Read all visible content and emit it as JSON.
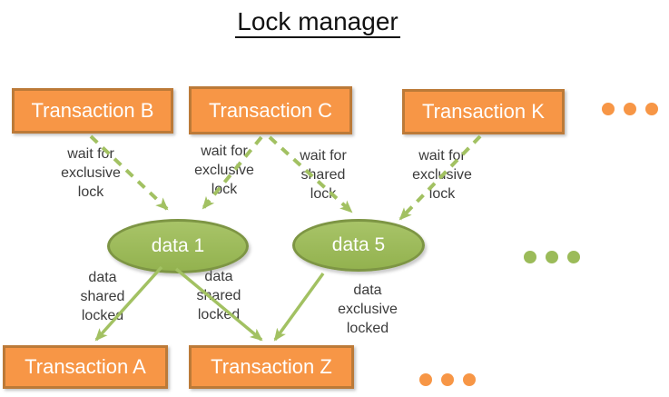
{
  "title": "Lock manager",
  "colors": {
    "transaction_fill": "#F79646",
    "transaction_border": "#BC7A38",
    "data_fill": "#9BBB59",
    "data_border": "#7D9544",
    "arrow_green": "#A2C162",
    "label_text": "#3B3B3B",
    "box_text": "#FFFFFF"
  },
  "top_transactions": [
    {
      "label": "Transaction B"
    },
    {
      "label": "Transaction C"
    },
    {
      "label": "Transaction K"
    }
  ],
  "data_nodes": [
    {
      "label": "data 1"
    },
    {
      "label": "data 5"
    }
  ],
  "bottom_transactions": [
    {
      "label": "Transaction A"
    },
    {
      "label": "Transaction Z"
    }
  ],
  "wait_edges": [
    {
      "from": "Transaction B",
      "to": "data 1",
      "label": "wait for\nexclusive\nlock"
    },
    {
      "from": "Transaction C",
      "to": "data 1",
      "label": "wait for\nexclusive\nlock"
    },
    {
      "from": "Transaction C",
      "to": "data 5",
      "label": "wait for\nshared\nlock"
    },
    {
      "from": "Transaction K",
      "to": "data 5",
      "label": "wait for\nexclusive\nlock"
    }
  ],
  "granted_edges": [
    {
      "from": "data 1",
      "to": "Transaction A",
      "label": "data\nshared\nlocked"
    },
    {
      "from": "data 1",
      "to": "Transaction Z",
      "label": "data\nshared\nlocked"
    },
    {
      "from": "data 5",
      "to": "Transaction Z",
      "label": "data\nexclusive\nlocked"
    }
  ],
  "ellipsis_rows": {
    "top_right": "transactions continue",
    "middle_right": "data items continue",
    "bottom_right": "transactions continue"
  }
}
